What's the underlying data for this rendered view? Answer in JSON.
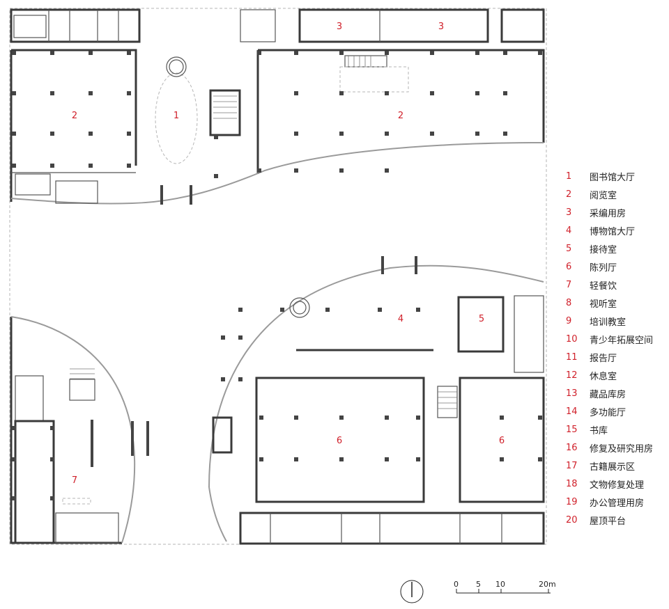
{
  "rooms": [
    {
      "num": "1"
    },
    {
      "num": "2"
    },
    {
      "num": "2"
    },
    {
      "num": "3"
    },
    {
      "num": "3"
    },
    {
      "num": "4"
    },
    {
      "num": "5"
    },
    {
      "num": "6"
    },
    {
      "num": "6"
    },
    {
      "num": "7"
    }
  ],
  "legend": [
    {
      "num": "1",
      "label": "图书馆大厅"
    },
    {
      "num": "2",
      "label": "阅览室"
    },
    {
      "num": "3",
      "label": "采编用房"
    },
    {
      "num": "4",
      "label": "博物馆大厅"
    },
    {
      "num": "5",
      "label": "接待室"
    },
    {
      "num": "6",
      "label": "陈列厅"
    },
    {
      "num": "7",
      "label": "轻餐饮"
    },
    {
      "num": "8",
      "label": "视听室"
    },
    {
      "num": "9",
      "label": "培训教室"
    },
    {
      "num": "10",
      "label": "青少年拓展空间"
    },
    {
      "num": "11",
      "label": "报告厅"
    },
    {
      "num": "12",
      "label": "休息室"
    },
    {
      "num": "13",
      "label": "藏品库房"
    },
    {
      "num": "14",
      "label": "多功能厅"
    },
    {
      "num": "15",
      "label": "书库"
    },
    {
      "num": "16",
      "label": "修复及研究用房"
    },
    {
      "num": "17",
      "label": "古籍展示区"
    },
    {
      "num": "18",
      "label": "文物修复处理"
    },
    {
      "num": "19",
      "label": "办公管理用房"
    },
    {
      "num": "20",
      "label": "屋顶平台"
    }
  ],
  "scale_bar": {
    "ticks": [
      "0",
      "5",
      "10",
      "20m"
    ]
  }
}
